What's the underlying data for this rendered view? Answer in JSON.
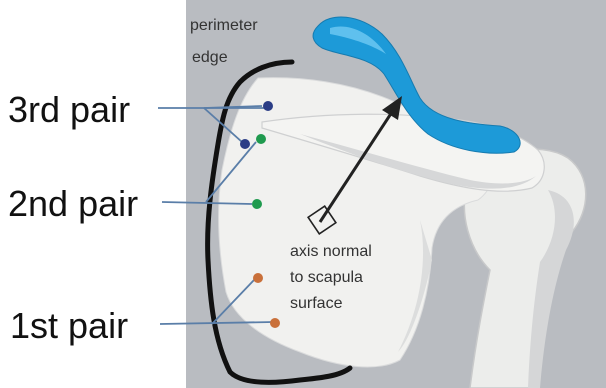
{
  "labels": {
    "perimeter_line1": "perimeter",
    "perimeter_line2": "edge",
    "pair3": "3rd pair",
    "pair2": "2nd pair",
    "pair1": "1st pair",
    "axis_line1": "axis normal",
    "axis_line2": "to scapula",
    "axis_line3": "surface"
  },
  "colors": {
    "background_panel": "#b9bcc1",
    "bone": "#f1f1ef",
    "bone_shadow": "#d9dadb",
    "clavicle": "#1d9ad8",
    "perimeter_edge": "#111111",
    "leader_line": "#5a7ea8",
    "pair3_marker": "#2b3d86",
    "pair2_marker": "#1f9a4e",
    "pair1_marker": "#c9703a",
    "label_text": "#111111",
    "annotation_text": "#333333"
  }
}
